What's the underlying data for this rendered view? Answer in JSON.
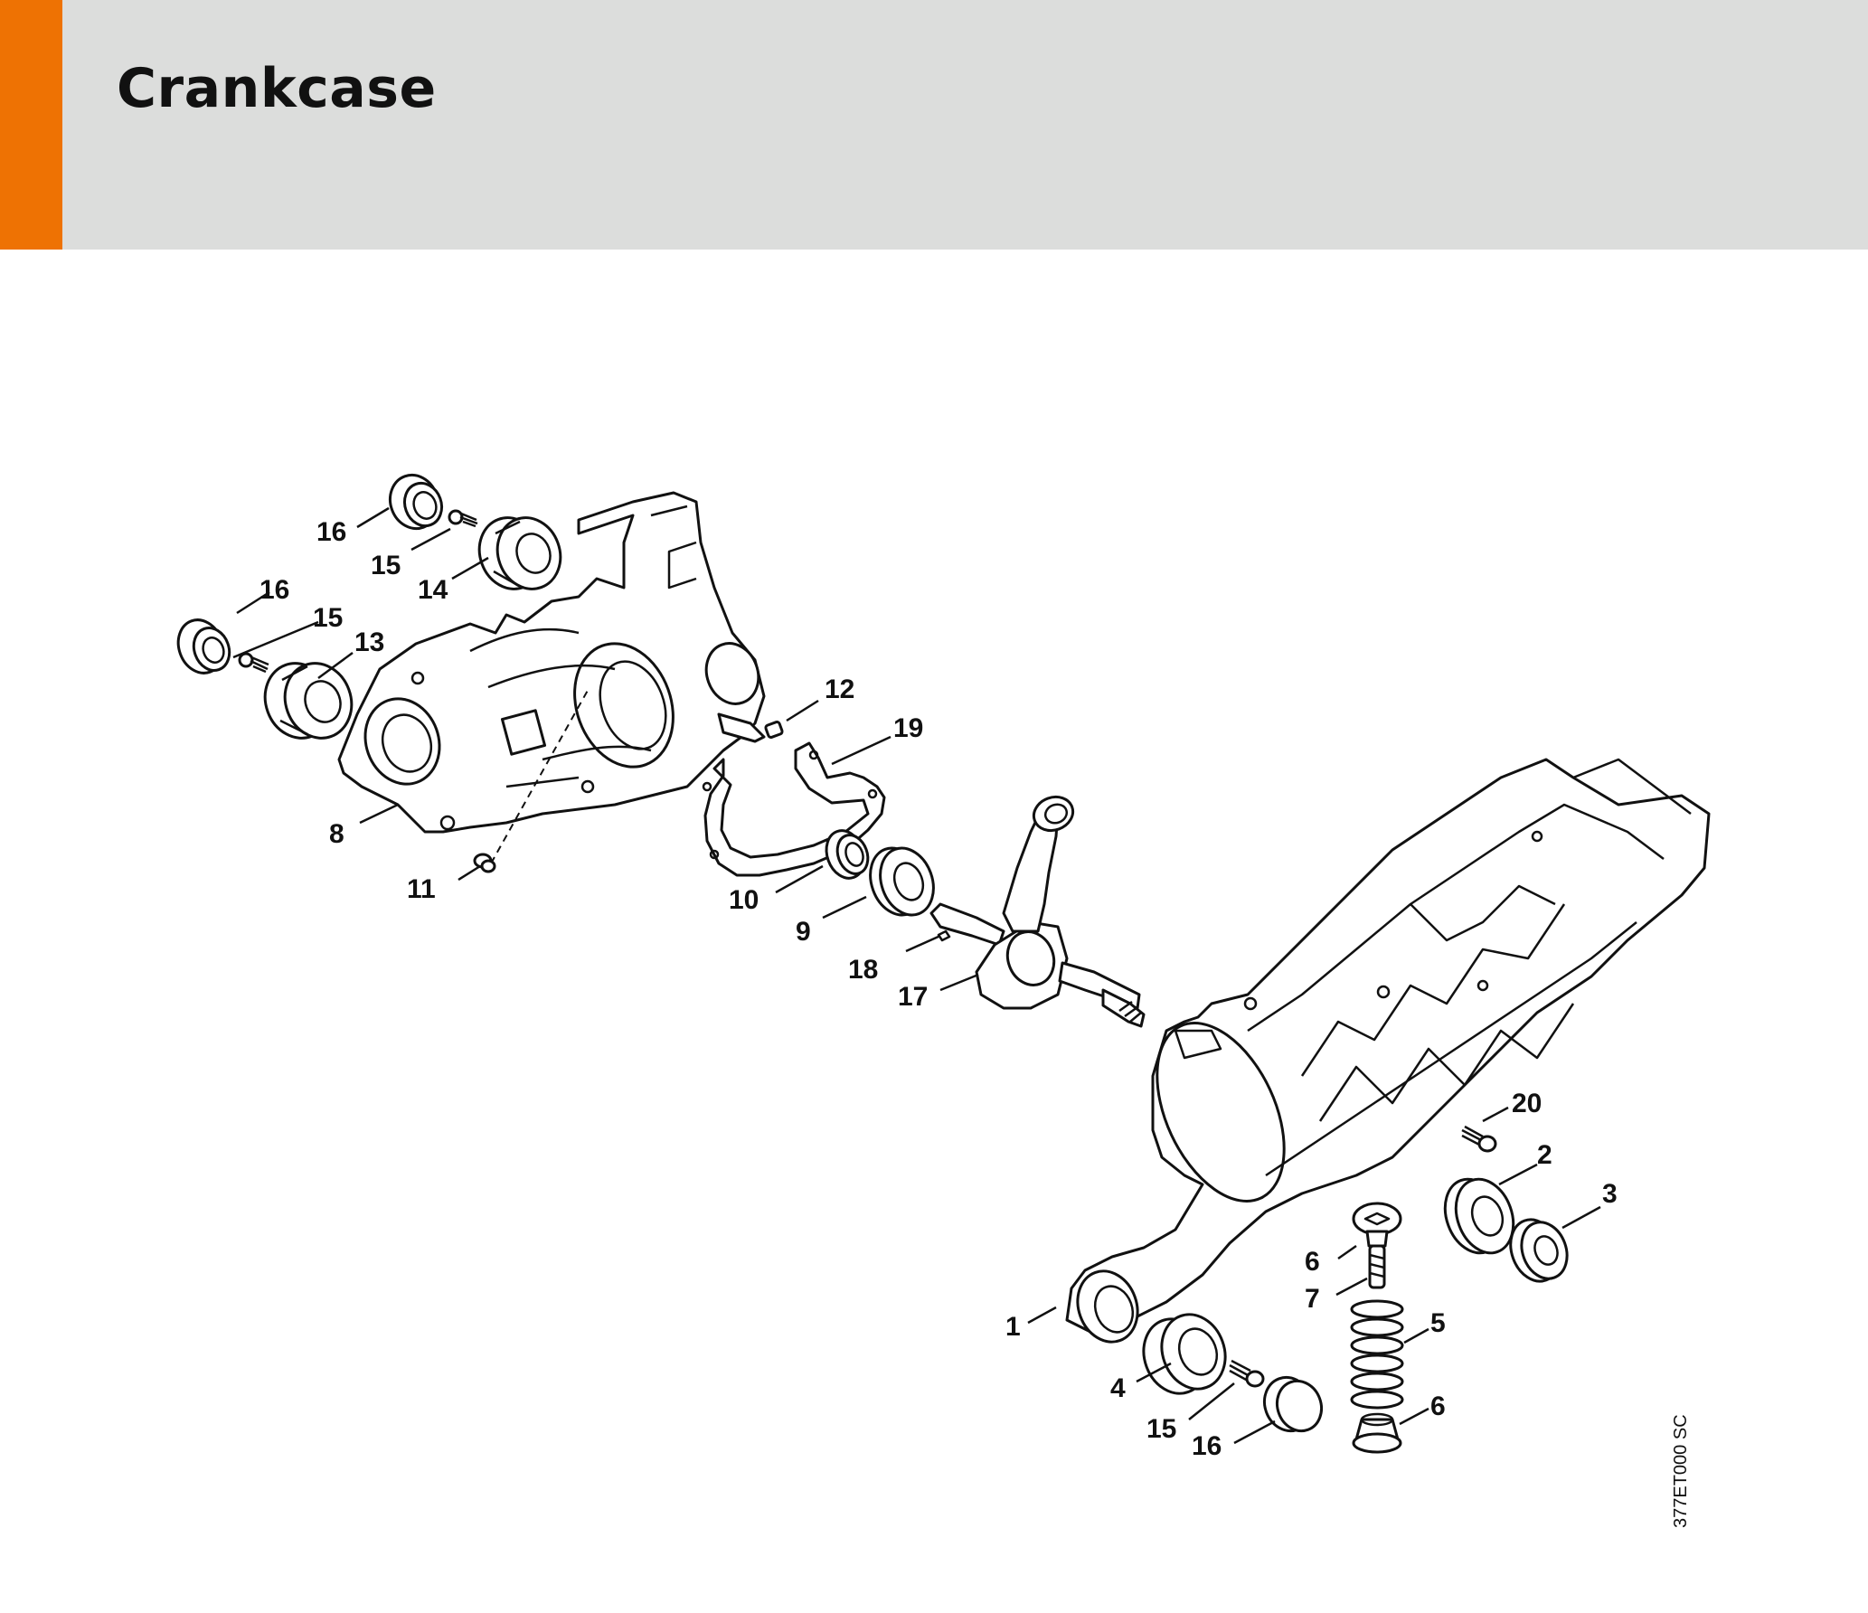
{
  "header": {
    "title": "Crankcase",
    "accent_color": "#ee7203",
    "background_color": "#dcdddc"
  },
  "drawing_code": "377ET000 SC",
  "callouts": [
    {
      "id": "c-16a",
      "label": "16"
    },
    {
      "id": "c-15a",
      "label": "15"
    },
    {
      "id": "c-14",
      "label": "14"
    },
    {
      "id": "c-16b",
      "label": "16"
    },
    {
      "id": "c-15b",
      "label": "15"
    },
    {
      "id": "c-13",
      "label": "13"
    },
    {
      "id": "c-12",
      "label": "12"
    },
    {
      "id": "c-19",
      "label": "19"
    },
    {
      "id": "c-8",
      "label": "8"
    },
    {
      "id": "c-11",
      "label": "11"
    },
    {
      "id": "c-10",
      "label": "10"
    },
    {
      "id": "c-9",
      "label": "9"
    },
    {
      "id": "c-18",
      "label": "18"
    },
    {
      "id": "c-17",
      "label": "17"
    },
    {
      "id": "c-20",
      "label": "20"
    },
    {
      "id": "c-2",
      "label": "2"
    },
    {
      "id": "c-3",
      "label": "3"
    },
    {
      "id": "c-6a",
      "label": "6"
    },
    {
      "id": "c-7",
      "label": "7"
    },
    {
      "id": "c-5",
      "label": "5"
    },
    {
      "id": "c-1",
      "label": "1"
    },
    {
      "id": "c-4",
      "label": "4"
    },
    {
      "id": "c-15c",
      "label": "15"
    },
    {
      "id": "c-6b",
      "label": "6"
    },
    {
      "id": "c-16c",
      "label": "16"
    }
  ]
}
